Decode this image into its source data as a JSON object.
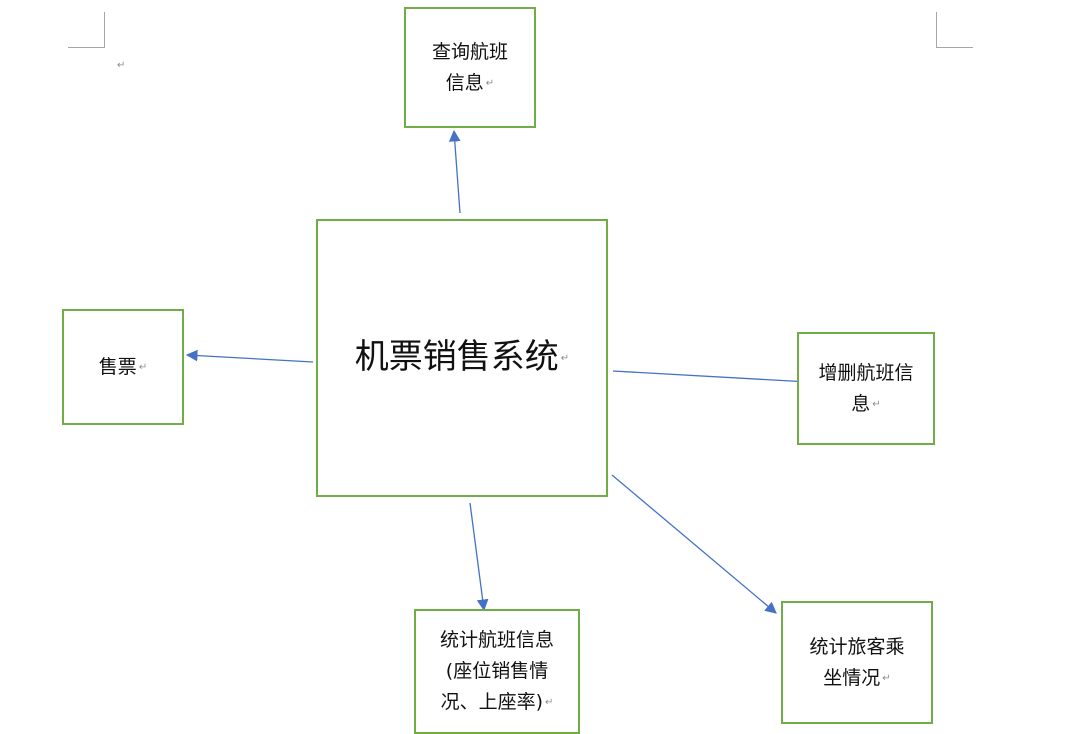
{
  "diagram": {
    "center": {
      "label": "机票销售系统",
      "mark": "↵"
    },
    "nodes": {
      "query": {
        "lines": [
          "查询航班",
          "信息"
        ],
        "mark": "↵"
      },
      "sell": {
        "lines": [
          "售票"
        ],
        "mark": "↵"
      },
      "edit": {
        "lines": [
          "增删航班信",
          "息"
        ],
        "mark": "↵"
      },
      "stats": {
        "lines": [
          "统计航班信息",
          "(座位销售情",
          "况、上座率)"
        ],
        "mark": "↵"
      },
      "pax": {
        "lines": [
          "统计旅客乘",
          "坐情况"
        ],
        "mark": "↵"
      }
    },
    "page_mark": "↵",
    "colors": {
      "box_border": "#70ad47",
      "arrow": "#4472c4"
    }
  }
}
